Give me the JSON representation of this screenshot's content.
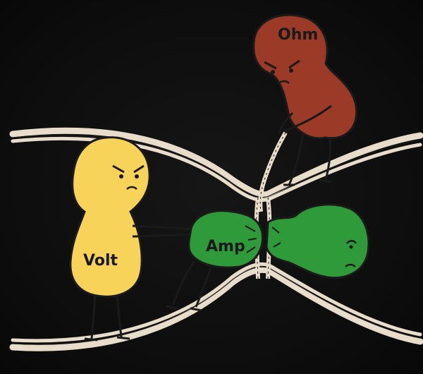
{
  "characters": {
    "ohm": {
      "label": "Ohm",
      "color": "#9b3a26"
    },
    "volt": {
      "label": "Volt",
      "color": "#f7d35a"
    },
    "amp": {
      "label": "Amp",
      "color": "#2e9a3a"
    }
  },
  "colors": {
    "background": "#0c0c0c",
    "wire": "#e8dccb",
    "outline": "#1a1a1a"
  }
}
